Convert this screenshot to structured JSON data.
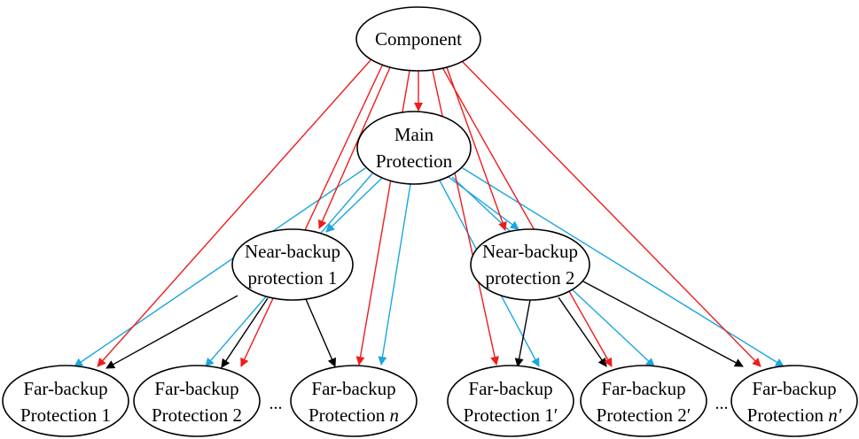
{
  "colors": {
    "red": "#ee1c1c",
    "blue": "#1aa7e0",
    "black": "#000000"
  },
  "nodes": {
    "component": {
      "lines": [
        "Component"
      ]
    },
    "main": {
      "lines": [
        "Main",
        "Protection"
      ]
    },
    "nb1": {
      "lines": [
        "Near-backup",
        "protection 1"
      ]
    },
    "nb2": {
      "lines": [
        "Near-backup",
        "protection 2"
      ]
    },
    "f1": {
      "line1": "Far-backup",
      "line2_text": "Protection 1",
      "line2_suffix": ""
    },
    "f2": {
      "line1": "Far-backup",
      "line2_text": "Protection 2",
      "line2_suffix": ""
    },
    "fn": {
      "line1": "Far-backup",
      "line2_text": "Protection ",
      "line2_suffix": "n"
    },
    "f1p": {
      "line1": "Far-backup",
      "line2_text": "Protection 1′",
      "line2_suffix": ""
    },
    "f2p": {
      "line1": "Far-backup",
      "line2_text": "Protection 2′",
      "line2_suffix": ""
    },
    "fnp": {
      "line1": "Far-backup",
      "line2_text": "Protection ",
      "line2_suffix": "n′"
    }
  },
  "ellipses": [
    "...",
    "..."
  ],
  "edges": [
    {
      "from": "component",
      "to": "main",
      "color": "red"
    },
    {
      "from": "component",
      "to": "nb1",
      "color": "red"
    },
    {
      "from": "component",
      "to": "nb2",
      "color": "red"
    },
    {
      "from": "component",
      "to": "f1",
      "color": "red"
    },
    {
      "from": "component",
      "to": "f2",
      "color": "red"
    },
    {
      "from": "component",
      "to": "fn",
      "color": "red"
    },
    {
      "from": "component",
      "to": "f1p",
      "color": "red"
    },
    {
      "from": "component",
      "to": "f2p",
      "color": "red"
    },
    {
      "from": "component",
      "to": "fnp",
      "color": "red"
    },
    {
      "from": "main",
      "to": "nb1",
      "color": "blue"
    },
    {
      "from": "main",
      "to": "nb2",
      "color": "blue"
    },
    {
      "from": "main",
      "to": "f1",
      "color": "blue"
    },
    {
      "from": "main",
      "to": "f2",
      "color": "blue"
    },
    {
      "from": "main",
      "to": "fn",
      "color": "blue"
    },
    {
      "from": "main",
      "to": "f1p",
      "color": "blue"
    },
    {
      "from": "main",
      "to": "f2p",
      "color": "blue"
    },
    {
      "from": "main",
      "to": "fnp",
      "color": "blue"
    },
    {
      "from": "nb1",
      "to": "f1",
      "color": "black"
    },
    {
      "from": "nb1",
      "to": "f2",
      "color": "black"
    },
    {
      "from": "nb1",
      "to": "fn",
      "color": "black"
    },
    {
      "from": "nb2",
      "to": "f1p",
      "color": "black"
    },
    {
      "from": "nb2",
      "to": "f2p",
      "color": "black"
    },
    {
      "from": "nb2",
      "to": "fnp",
      "color": "black"
    }
  ]
}
